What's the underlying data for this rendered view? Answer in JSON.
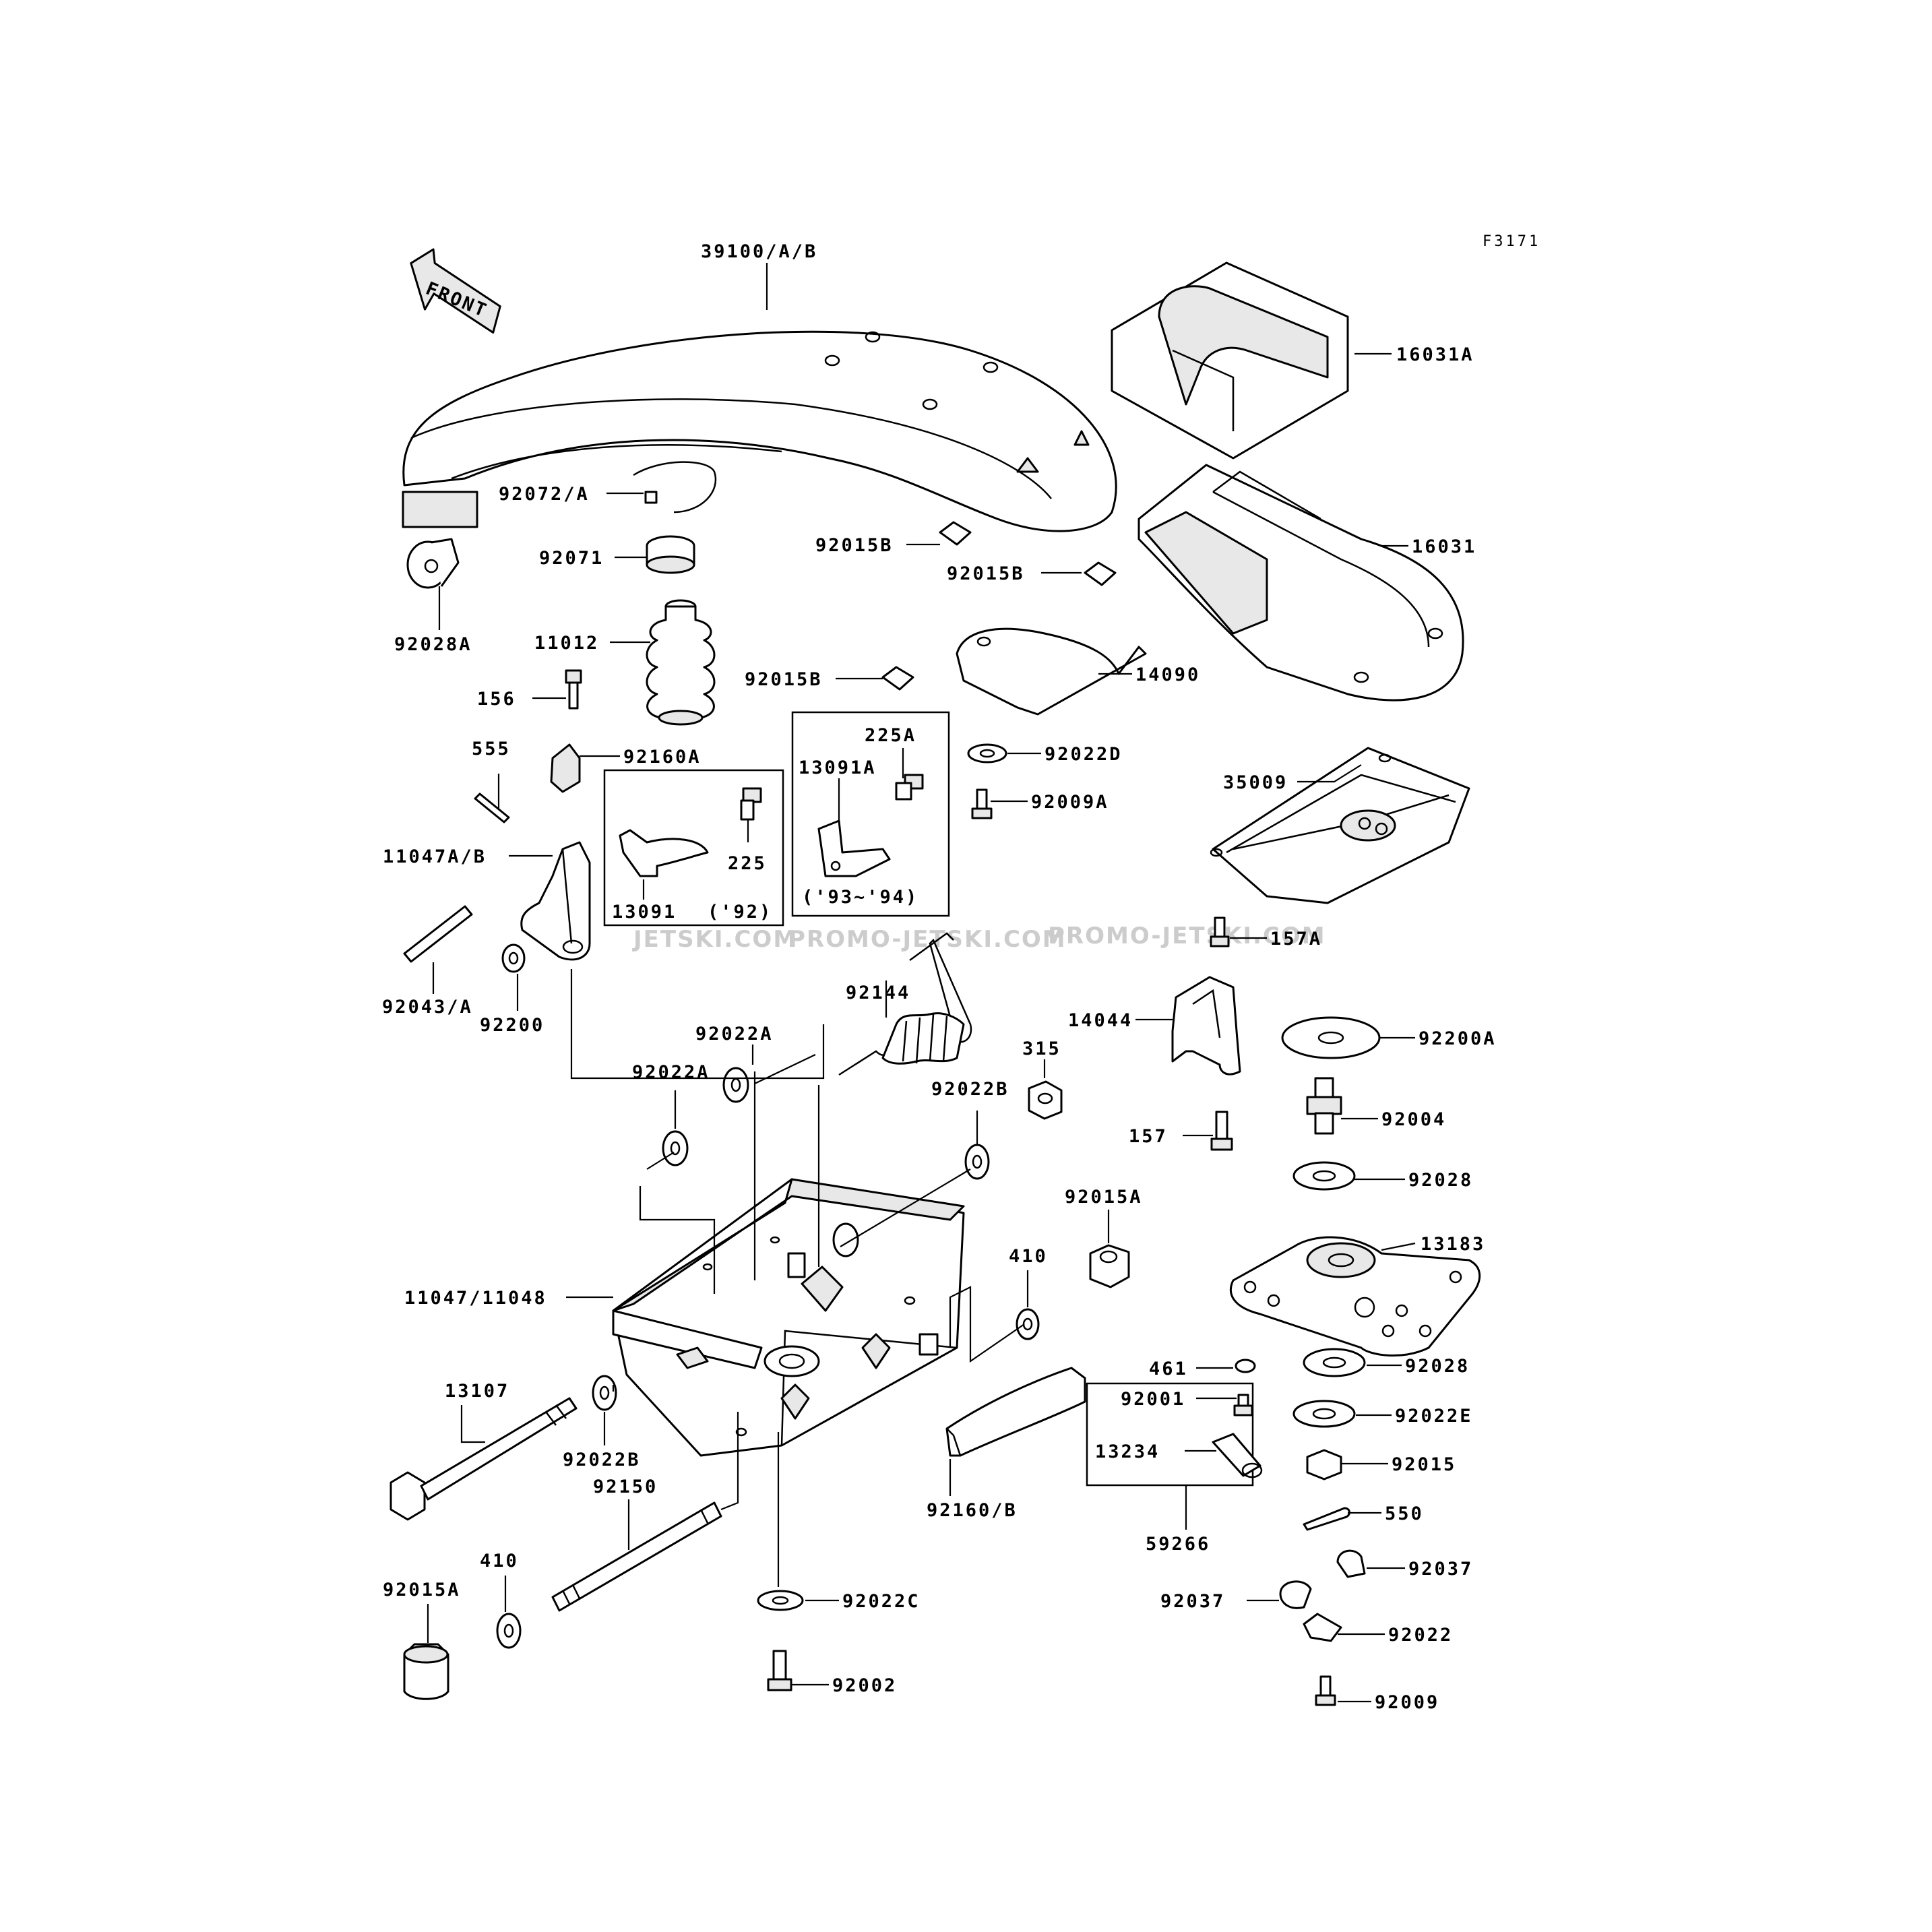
{
  "figure_code": "F3171",
  "front_arrow": "FRONT",
  "watermarks": [
    "JETSKI.COM",
    "PROMO-JETSKI.COM",
    "PROMO-JETSKI.COM"
  ],
  "labels": {
    "p39100": "39100/A/B",
    "p16031A": "16031A",
    "p92072": "92072/A",
    "p92071": "92071",
    "p92028A": "92028A",
    "p92015B_1": "92015B",
    "p92015B_2": "92015B",
    "p16031": "16031",
    "p11012": "11012",
    "p156": "156",
    "p92015B_3": "92015B",
    "p14090": "14090",
    "p225A": "225A",
    "p555": "555",
    "p92160A": "92160A",
    "p13091A": "13091A",
    "p92022D": "92022D",
    "p35009": "35009",
    "p92009A": "92009A",
    "p225": "225",
    "p11047AB": "11047A/B",
    "p13091": "13091",
    "p92": "('92)",
    "p9394": "('93~'94)",
    "p157A": "157A",
    "p92043A": "92043/A",
    "p92200": "92200",
    "p92144": "92144",
    "p14044": "14044",
    "p92200A": "92200A",
    "p92022A_1": "92022A",
    "p315": "315",
    "p92022A_2": "92022A",
    "p92004": "92004",
    "p92022B_1": "92022B",
    "p157": "157",
    "p92028_1": "92028",
    "p92015A_1": "92015A",
    "p410_1": "410",
    "p13183": "13183",
    "p11047": "11047/11048",
    "p461": "461",
    "p92028_2": "92028",
    "p13107": "13107",
    "p92001": "92001",
    "p92022E": "92022E",
    "p13234": "13234",
    "p92015": "92015",
    "p92022B_2": "92022B",
    "p92150": "92150",
    "p92160B": "92160/B",
    "p550": "550",
    "p59266": "59266",
    "p410_2": "410",
    "p92037_1": "92037",
    "p92015A_2": "92015A",
    "p92022C": "92022C",
    "p92037_2": "92037",
    "p92022": "92022",
    "p92002": "92002",
    "p92009": "92009"
  }
}
